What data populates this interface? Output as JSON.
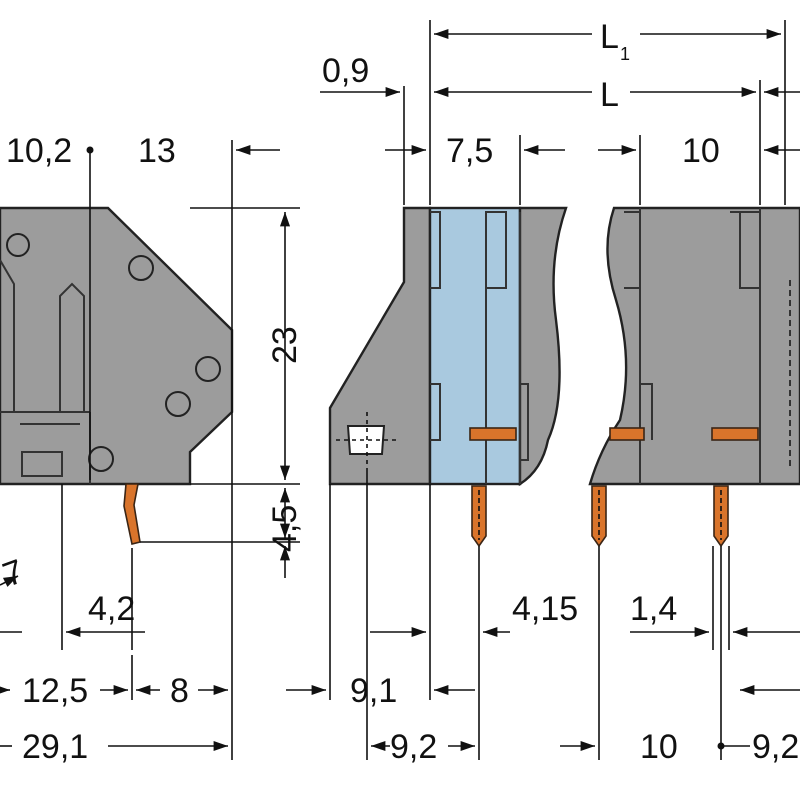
{
  "colors": {
    "housing": "#9c9c9c",
    "housing_face": "#a8a8a8",
    "highlight": "#a9c9df",
    "pin": "#d9742b",
    "line": "#111111"
  },
  "dimensions": {
    "left_view": {
      "d10_2": "10,2",
      "d13": "13",
      "d23": "23",
      "d4_5": "4,5",
      "d4_2": "4,2",
      "d12_5": "12,5",
      "d8": "8",
      "d29_1": "29,1",
      "partial": "7"
    },
    "right_view": {
      "L1_main": "L",
      "L1_sub": "1",
      "L": "L",
      "d0_9": "0,9",
      "d7_5": "7,5",
      "d10_top": "10",
      "d4_15": "4,15",
      "d1_4": "1,4",
      "d9_1": "9,1",
      "d9_2_left": "9,2",
      "d10_bottom": "10",
      "d9_2_right": "9,2"
    }
  }
}
